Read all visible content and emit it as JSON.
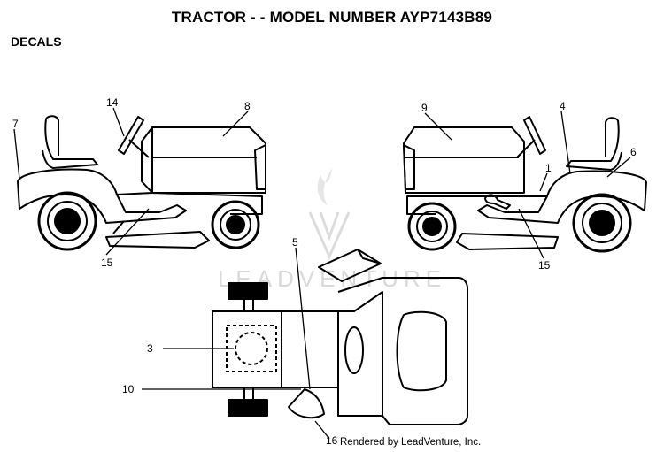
{
  "header": {
    "title": "TRACTOR - - MODEL NUMBER AYP7143B89",
    "section": "DECALS"
  },
  "callouts": [
    {
      "id": "c7",
      "label": "7"
    },
    {
      "id": "c14",
      "label": "14"
    },
    {
      "id": "c8",
      "label": "8"
    },
    {
      "id": "c15a",
      "label": "15"
    },
    {
      "id": "c9",
      "label": "9"
    },
    {
      "id": "c4",
      "label": "4"
    },
    {
      "id": "c6",
      "label": "6"
    },
    {
      "id": "c1",
      "label": "1"
    },
    {
      "id": "c15b",
      "label": "15"
    },
    {
      "id": "c5",
      "label": "5"
    },
    {
      "id": "c3",
      "label": "3"
    },
    {
      "id": "c10",
      "label": "10"
    },
    {
      "id": "c16",
      "label": "16"
    }
  ],
  "watermark": {
    "text": "LEADVENTURE"
  },
  "footer": {
    "credit": "Rendered by LeadVenture, Inc."
  }
}
